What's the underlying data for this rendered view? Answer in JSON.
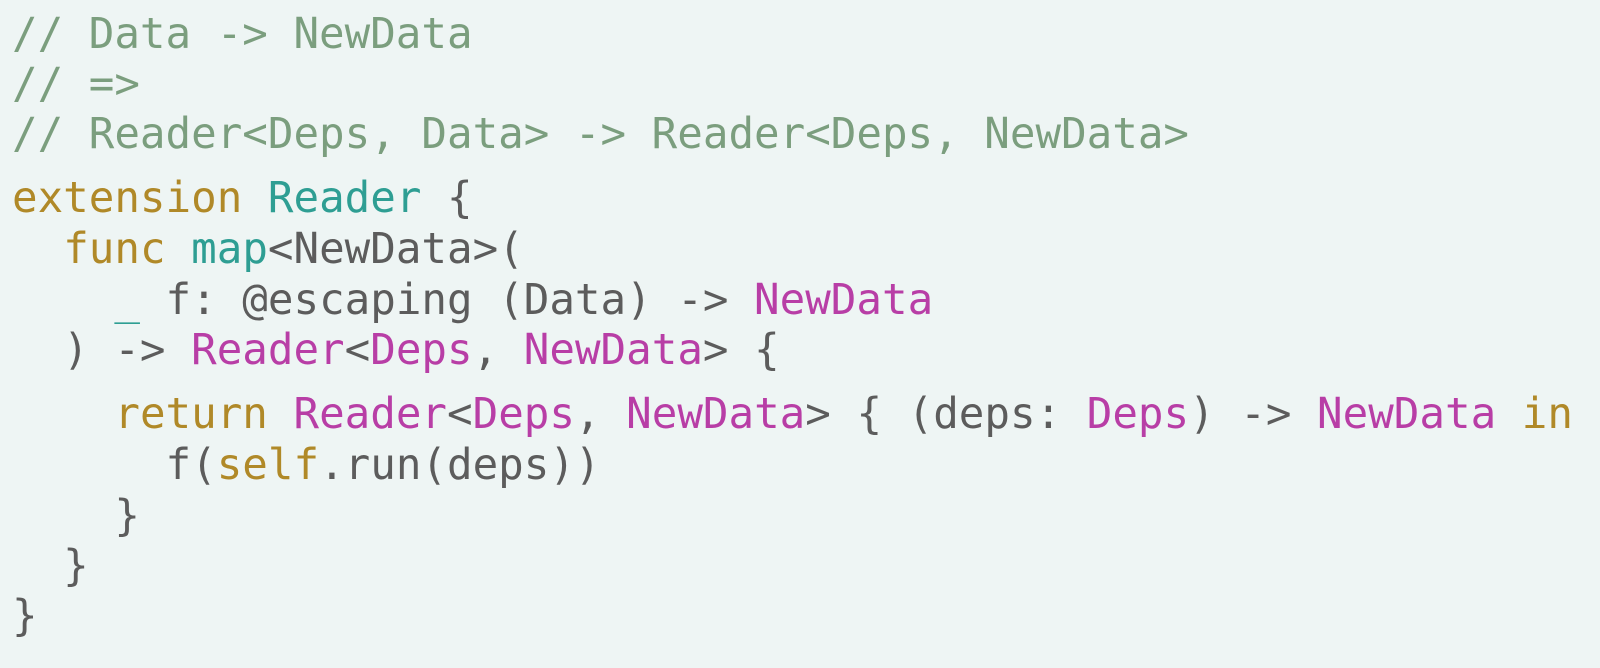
{
  "colors": {
    "background": "#eef5f4",
    "comment": "#7b9e7e",
    "keyword": "#b08928",
    "type_definition": "#2e9e93",
    "type_reference": "#b83ea6",
    "plain": "#5c5c5c"
  },
  "code": {
    "lines": [
      {
        "tokens": [
          {
            "kind": "comment",
            "text": "// Data -> NewData"
          }
        ]
      },
      {
        "tokens": [
          {
            "kind": "comment",
            "text": "// =>"
          }
        ]
      },
      {
        "tokens": [
          {
            "kind": "comment",
            "text": "// Reader<Deps, Data> -> Reader<Deps, NewData>"
          }
        ]
      },
      {
        "tokens": [
          {
            "kind": "keyword",
            "text": "extension"
          },
          {
            "kind": "plain",
            "text": " "
          },
          {
            "kind": "type-def",
            "text": "Reader"
          },
          {
            "kind": "plain",
            "text": " {"
          }
        ]
      },
      {
        "tokens": [
          {
            "kind": "plain",
            "text": "  "
          },
          {
            "kind": "keyword",
            "text": "func"
          },
          {
            "kind": "plain",
            "text": " "
          },
          {
            "kind": "type-def",
            "text": "map"
          },
          {
            "kind": "plain",
            "text": "<NewData>("
          }
        ]
      },
      {
        "tokens": [
          {
            "kind": "plain",
            "text": "    "
          },
          {
            "kind": "underscore",
            "text": "_"
          },
          {
            "kind": "plain",
            "text": " f: @escaping (Data) -> "
          },
          {
            "kind": "type",
            "text": "NewData"
          }
        ]
      },
      {
        "tokens": [
          {
            "kind": "plain",
            "text": "  ) -> "
          },
          {
            "kind": "type",
            "text": "Reader"
          },
          {
            "kind": "plain",
            "text": "<"
          },
          {
            "kind": "type",
            "text": "Deps"
          },
          {
            "kind": "plain",
            "text": ", "
          },
          {
            "kind": "type",
            "text": "NewData"
          },
          {
            "kind": "plain",
            "text": "> {"
          }
        ]
      },
      {
        "tokens": [
          {
            "kind": "plain",
            "text": "    "
          },
          {
            "kind": "keyword",
            "text": "return"
          },
          {
            "kind": "plain",
            "text": " "
          },
          {
            "kind": "type",
            "text": "Reader"
          },
          {
            "kind": "plain",
            "text": "<"
          },
          {
            "kind": "type",
            "text": "Deps"
          },
          {
            "kind": "plain",
            "text": ", "
          },
          {
            "kind": "type",
            "text": "NewData"
          },
          {
            "kind": "plain",
            "text": "> { (deps: "
          },
          {
            "kind": "type",
            "text": "Deps"
          },
          {
            "kind": "plain",
            "text": ") -> "
          },
          {
            "kind": "type",
            "text": "NewData"
          },
          {
            "kind": "plain",
            "text": " "
          },
          {
            "kind": "keyword",
            "text": "in"
          }
        ]
      },
      {
        "tokens": [
          {
            "kind": "plain",
            "text": "      f("
          },
          {
            "kind": "keyword",
            "text": "self"
          },
          {
            "kind": "plain",
            "text": ".run(deps))"
          }
        ]
      },
      {
        "tokens": [
          {
            "kind": "plain",
            "text": "    }"
          }
        ]
      },
      {
        "tokens": [
          {
            "kind": "plain",
            "text": "  }"
          }
        ]
      },
      {
        "tokens": [
          {
            "kind": "plain",
            "text": "}"
          }
        ]
      }
    ]
  }
}
